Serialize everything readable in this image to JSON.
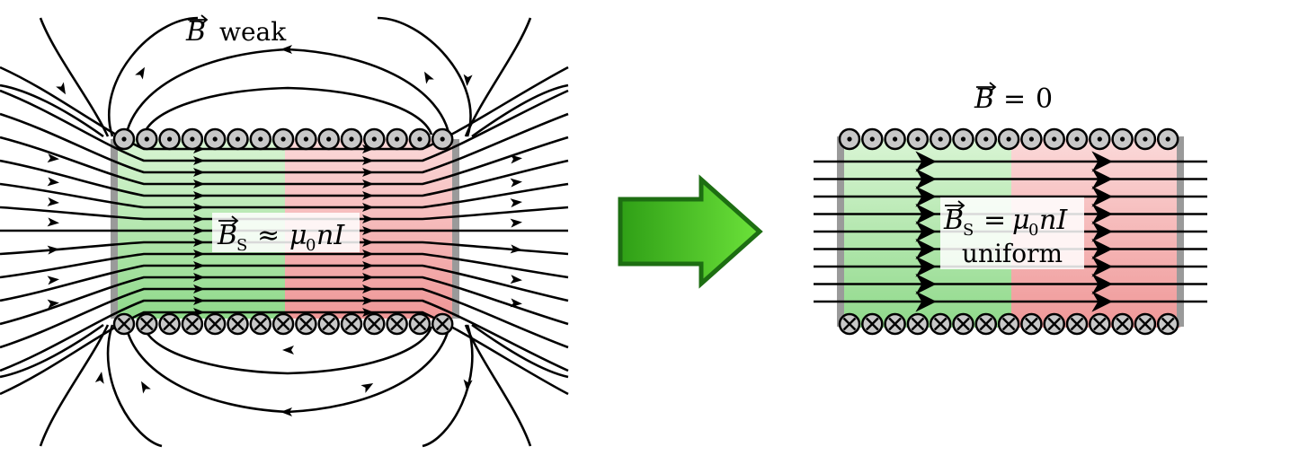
{
  "left_panel": {
    "weak_label": {
      "symbol": "B",
      "vector_mark": "⃗",
      "text": "weak"
    },
    "field_label": {
      "symbol": "B",
      "subscript": "S",
      "relation": "≈",
      "rhs_mu": "μ",
      "rhs_sub": "0",
      "rhs_rest": "nI"
    }
  },
  "right_panel": {
    "zero_label": {
      "symbol": "B",
      "relation": "=",
      "value": "0"
    },
    "field_label": {
      "symbol": "B",
      "subscript": "S",
      "relation": "=",
      "rhs_mu": "μ",
      "rhs_sub": "0",
      "rhs_rest": "nI",
      "note": "uniform"
    }
  },
  "colors": {
    "green_fill": "#a9e6a2",
    "red_fill": "#f7a8a8",
    "arrow_fill": "#3fbf1f",
    "arrow_stroke": "#1d6e12",
    "wire_fill": "#c8c8c8",
    "wall": "#9a9a9a",
    "field_line": "#000000"
  },
  "icons": {
    "current_out": "circle-dot-icon",
    "current_in": "circle-cross-icon",
    "transition": "right-arrow-icon"
  }
}
